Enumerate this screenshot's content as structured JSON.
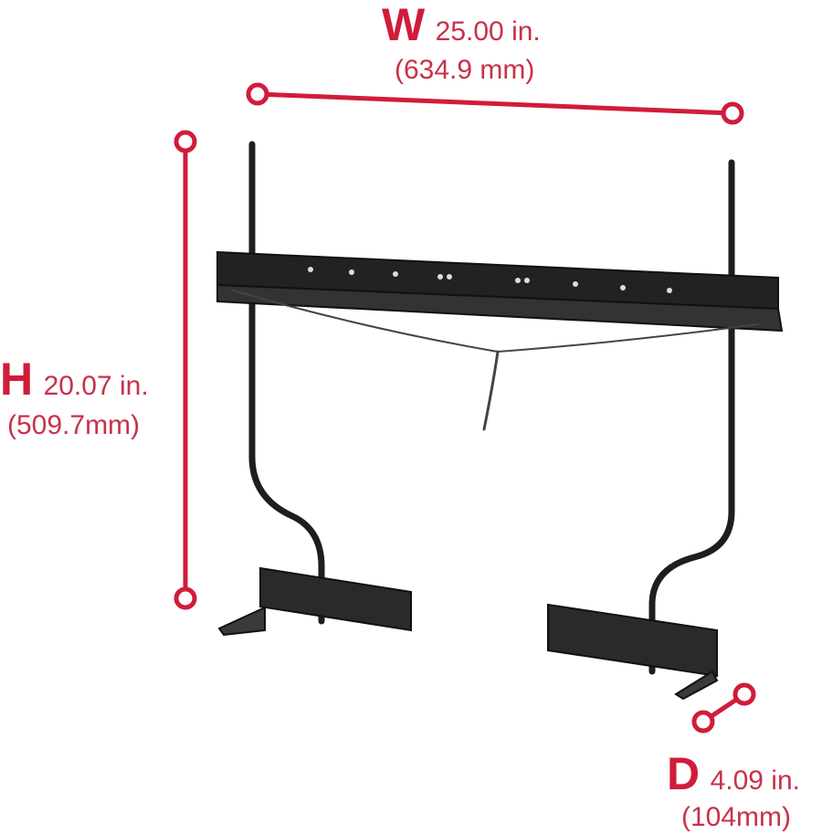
{
  "colors": {
    "accent": "#d01c3a",
    "product": "#1e1e1e"
  },
  "dimensions": {
    "width": {
      "letter": "W",
      "inches": "25.00 in.",
      "mm": "(634.9 mm)"
    },
    "height": {
      "letter": "H",
      "inches": "20.07 in.",
      "mm": "(509.7mm)"
    },
    "depth": {
      "letter": "D",
      "inches": "4.09 in.",
      "mm": "(104mm)"
    }
  }
}
